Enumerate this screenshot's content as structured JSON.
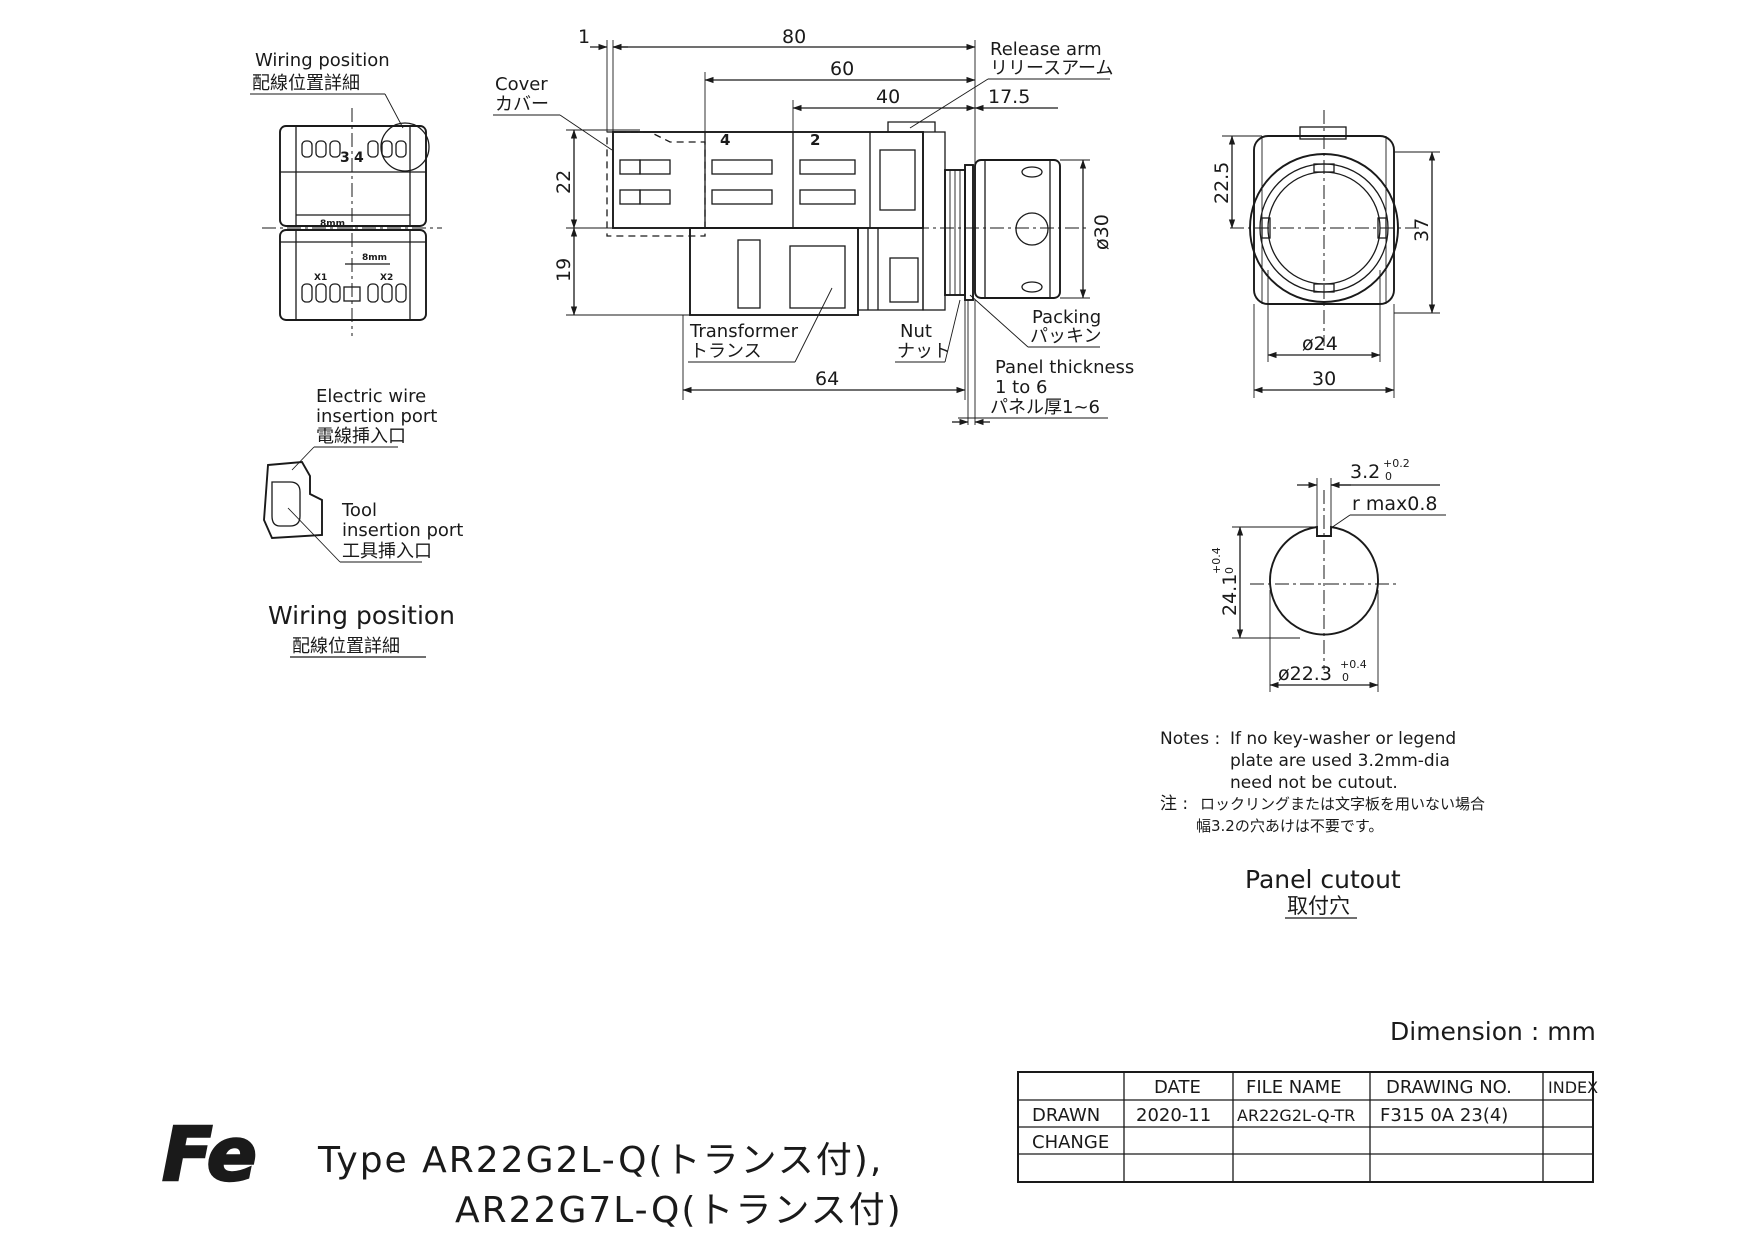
{
  "wiring_detail": {
    "title_en": "Wiring position",
    "title_jp": "配線位置詳細",
    "terminal_3": "3",
    "terminal_4": "4",
    "terminal_x1": "X1",
    "terminal_x2": "X2",
    "strip_8mm_a": "8mm",
    "strip_8mm_b": "8mm",
    "wire_port_en_1": "Electric wire",
    "wire_port_en_2": "insertion port",
    "wire_port_jp": "電線挿入口",
    "tool_port_en_1": "Tool",
    "tool_port_en_2": "insertion port",
    "tool_port_jp": "工具挿入口",
    "section_title_en": "Wiring position",
    "section_title_jp": "配線位置詳細"
  },
  "side_view": {
    "dim_1": "1",
    "dim_80": "80",
    "dim_60": "60",
    "dim_40": "40",
    "dim_17_5": "17.5",
    "dim_22": "22",
    "dim_19": "19",
    "dim_64": "64",
    "dim_phi30": "ø30",
    "mark_4": "4",
    "mark_2": "2",
    "cover_en": "Cover",
    "cover_jp": "カバー",
    "release_en": "Release arm",
    "release_jp": "リリースアーム",
    "transformer_en": "Transformer",
    "transformer_jp": "トランス",
    "nut_en": "Nut",
    "nut_jp": "ナット",
    "packing_en": "Packing",
    "packing_jp": "パッキン",
    "panel_en_1": "Panel thickness",
    "panel_en_2": "1 to 6",
    "panel_jp": "パネル厚1~6"
  },
  "front_view": {
    "dim_22_5": "22.5",
    "dim_37": "37",
    "dim_phi24": "ø24",
    "dim_30": "30"
  },
  "panel_cutout": {
    "dim_3_2": "3.2",
    "tol_3_2_upper": "+0.2",
    "tol_3_2_lower": "0",
    "r_max": "r max0.8",
    "dim_24_1": "24.1",
    "tol_24_1_upper": "+0.4",
    "tol_24_1_lower": "0",
    "dim_phi22_3": "ø22.3",
    "tol_22_3_upper": "+0.4",
    "tol_22_3_lower": "0",
    "notes_label": "Notes :",
    "note_en_1": "If no key-washer or legend",
    "note_en_2": "plate are used 3.2mm-dia",
    "note_en_3": "need not be cutout.",
    "note_jp_label": "注 :",
    "note_jp_1": "ロックリングまたは文字板を用いない場合",
    "note_jp_2": "幅3.2の穴あけは不要です。",
    "title_en": "Panel cutout",
    "title_jp": "取付穴"
  },
  "dimension_unit": "Dimension : mm",
  "title_block": {
    "headers": [
      "DATE",
      "FILE NAME",
      "DRAWING NO.",
      "INDEX"
    ],
    "rows": [
      {
        "label": "DRAWN",
        "date": "2020-11",
        "file_name": "AR22G2L-Q-TR",
        "drawing_no": "F315 0A 23(4)",
        "index": ""
      },
      {
        "label": "CHANGE",
        "date": "",
        "file_name": "",
        "drawing_no": "",
        "index": ""
      },
      {
        "label": "",
        "date": "",
        "file_name": "",
        "drawing_no": "",
        "index": ""
      }
    ]
  },
  "logo_text": "Fe",
  "type_line_1": "Type  AR22G2L-Q(トランス付),",
  "type_line_2": "AR22G7L-Q(トランス付)"
}
